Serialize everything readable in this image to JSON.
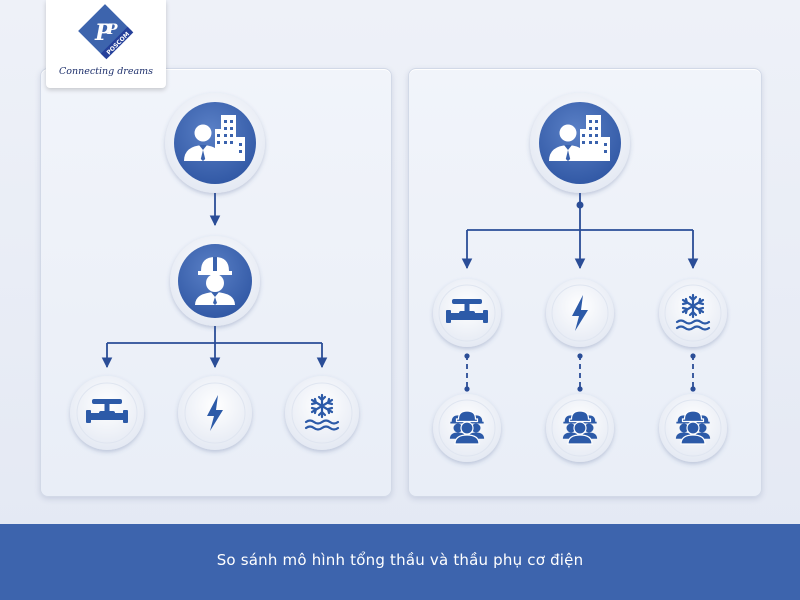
{
  "brand": {
    "logo_text": "POSCOM",
    "tagline": "Connecting dreams"
  },
  "caption": "So sánh mô hình tổng thầu và thầu phụ cơ điện",
  "colors": {
    "primary": "#3d64ad",
    "dark": "#2a4d97",
    "icon": "#2c5aa8",
    "background": "#e6ebf5",
    "footer": "#3d64ad"
  },
  "diagram": {
    "left_model": {
      "top": "owner-icon",
      "middle": "general-contractor-icon",
      "children": [
        "valve-icon",
        "lightning-icon",
        "snowflake-water-icon"
      ]
    },
    "right_model": {
      "top": "owner-icon",
      "children": [
        "valve-icon",
        "lightning-icon",
        "snowflake-water-icon"
      ],
      "workers": [
        "worker-group-icon",
        "worker-group-icon",
        "worker-group-icon"
      ]
    }
  }
}
